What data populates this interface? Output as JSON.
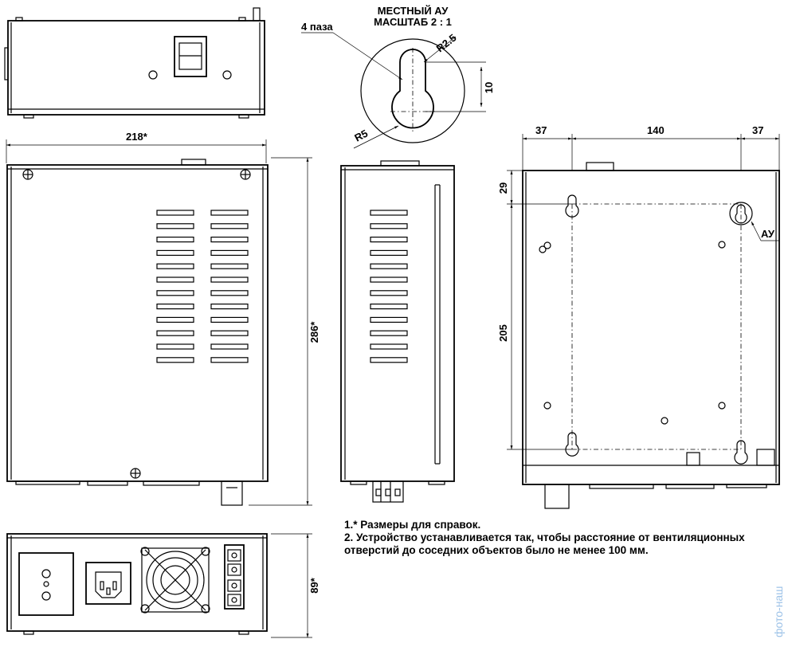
{
  "detail": {
    "title_line1": "МЕСТНЫЙ АУ",
    "title_line2": "МАСШТАБ 2 : 1",
    "slots_label": "4 паза",
    "r_small": "R2.5",
    "r_large": "R5",
    "height": "10"
  },
  "front": {
    "width_dim": "218*",
    "height_dim": "286*"
  },
  "bottom": {
    "height_dim": "89*"
  },
  "back": {
    "dim_left": "37",
    "dim_mid": "140",
    "dim_right": "37",
    "dim_top": "29",
    "dim_vertical": "205",
    "callout": "АУ"
  },
  "notes": {
    "line1": "1.* Размеры для справок.",
    "line2": "2. Устройство устанавливается так, чтобы расстояние от вентиляционных",
    "line3": "отверстий до соседних объектов было не менее 100 мм."
  },
  "watermark": "фото-наш"
}
